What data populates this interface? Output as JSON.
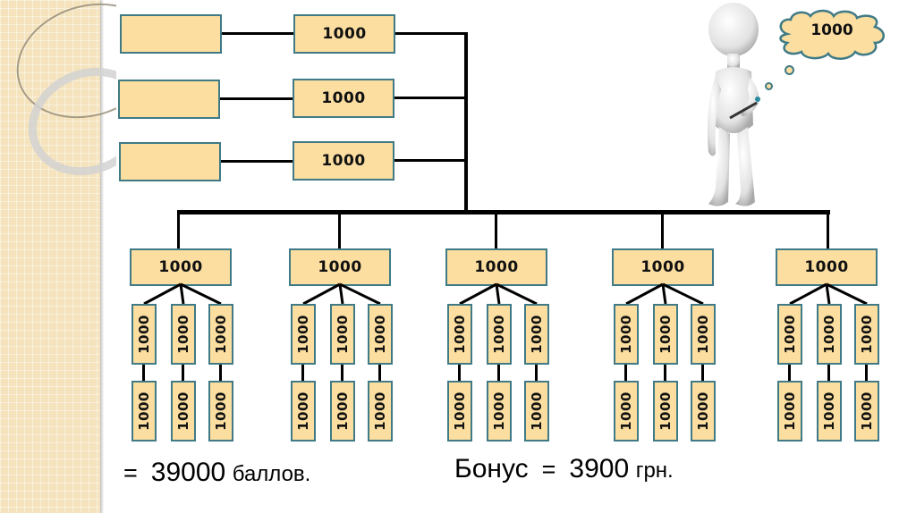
{
  "colors": {
    "box_fill": "#fbdea0",
    "box_border": "#3f7a86",
    "line": "#000000",
    "sidebar": "#f4e3bd"
  },
  "top_rows": [
    {
      "empty_label": "",
      "value": "1000"
    },
    {
      "empty_label": "",
      "value": "1000"
    },
    {
      "empty_label": "",
      "value": "1000"
    }
  ],
  "thought_bubble": {
    "value": "1000"
  },
  "figure": {
    "icon": "stick-figure-person-icon"
  },
  "groups": [
    {
      "parent": "1000",
      "children_top": [
        "1000",
        "1000",
        "1000"
      ],
      "children_bottom": [
        "1000",
        "1000",
        "1000"
      ]
    },
    {
      "parent": "1000",
      "children_top": [
        "1000",
        "1000",
        "1000"
      ],
      "children_bottom": [
        "1000",
        "1000",
        "1000"
      ]
    },
    {
      "parent": "1000",
      "children_top": [
        "1000",
        "1000",
        "1000"
      ],
      "children_bottom": [
        "1000",
        "1000",
        "1000"
      ]
    },
    {
      "parent": "1000",
      "children_top": [
        "1000",
        "1000",
        "1000"
      ],
      "children_bottom": [
        "1000",
        "1000",
        "1000"
      ]
    },
    {
      "parent": "1000",
      "children_top": [
        "1000",
        "1000",
        "1000"
      ],
      "children_bottom": [
        "1000",
        "1000",
        "1000"
      ]
    }
  ],
  "footer": {
    "total_prefix": "=",
    "total_value": "39000",
    "total_unit": "баллов.",
    "bonus_label": "Бонус",
    "bonus_eq": "=",
    "bonus_value": "3900",
    "bonus_unit": "грн."
  }
}
